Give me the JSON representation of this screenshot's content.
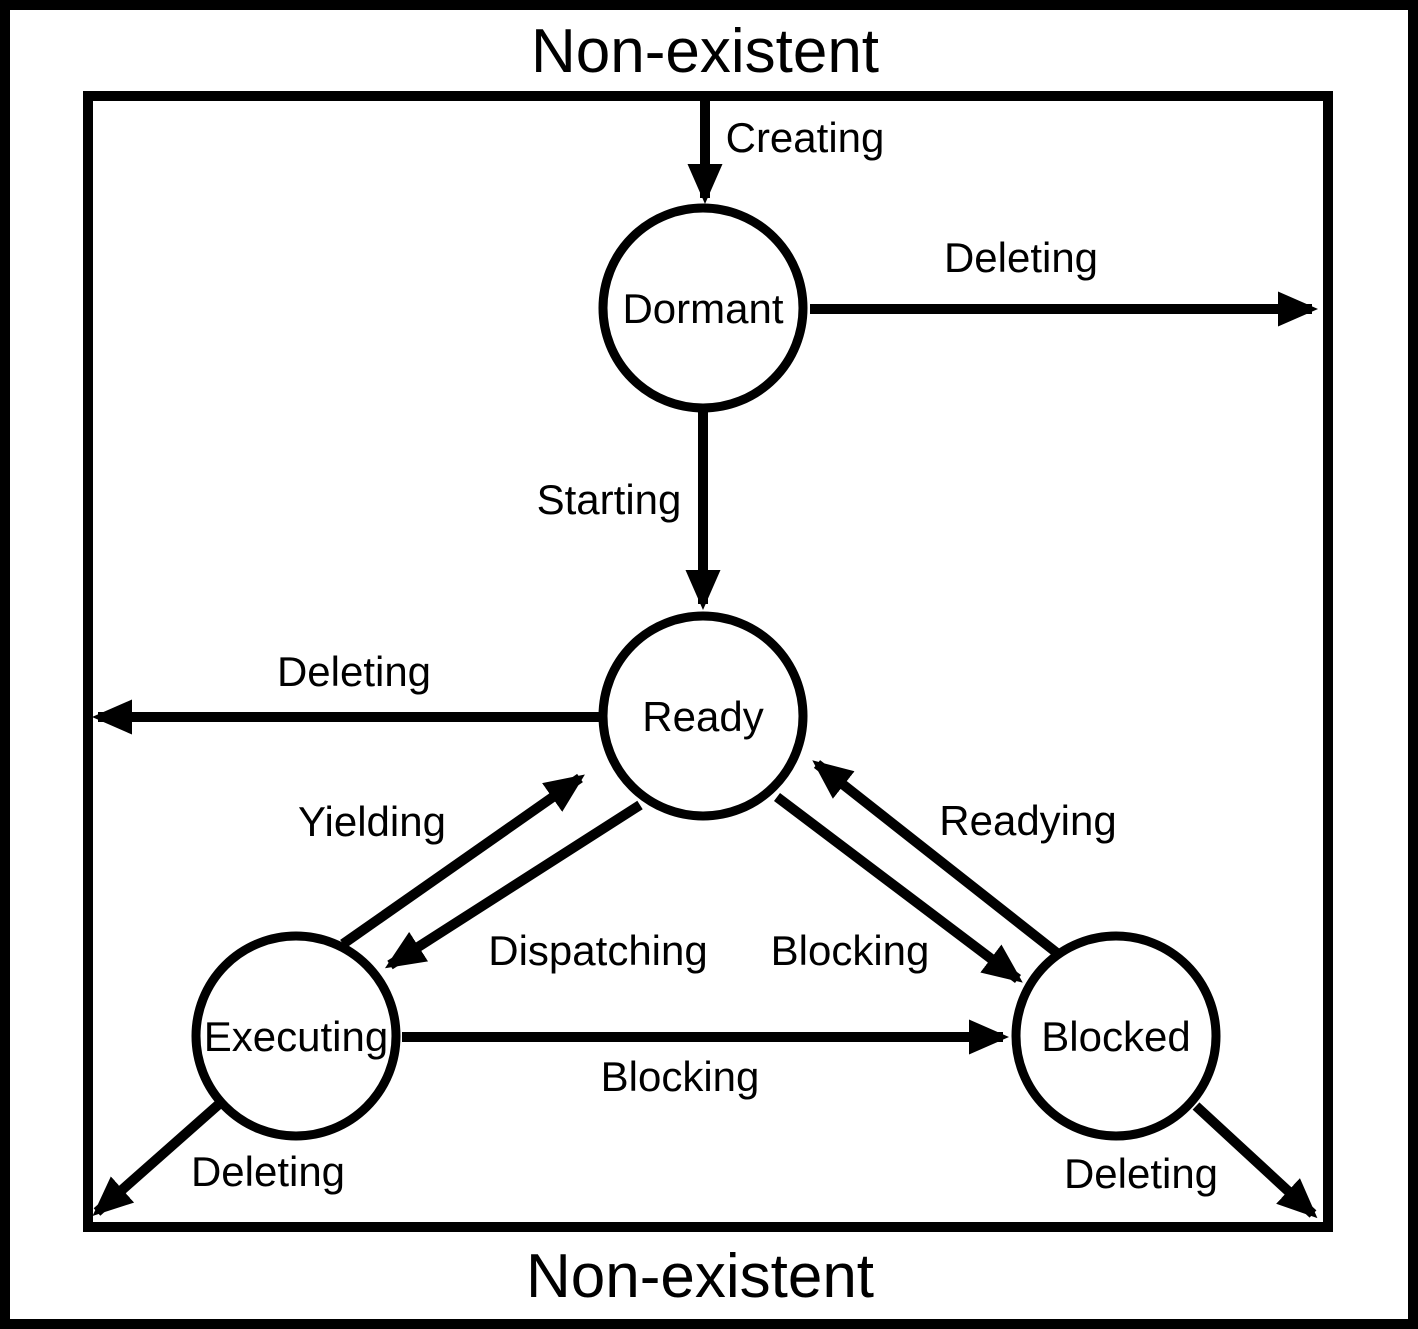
{
  "diagram": {
    "type": "state-transition-diagram",
    "top_region_label": "Non-existent",
    "bottom_region_label": "Non-existent",
    "nodes": {
      "dormant": {
        "label": "Dormant"
      },
      "ready": {
        "label": "Ready"
      },
      "executing": {
        "label": "Executing"
      },
      "blocked": {
        "label": "Blocked"
      }
    },
    "edges": {
      "creating": {
        "label": "Creating",
        "from": "Non-existent",
        "to": "Dormant"
      },
      "deleting_from_dormant": {
        "label": "Deleting",
        "from": "Dormant",
        "to": "Non-existent"
      },
      "starting": {
        "label": "Starting",
        "from": "Dormant",
        "to": "Ready"
      },
      "deleting_from_ready": {
        "label": "Deleting",
        "from": "Ready",
        "to": "Non-existent"
      },
      "yielding": {
        "label": "Yielding",
        "from": "Executing",
        "to": "Ready"
      },
      "dispatching": {
        "label": "Dispatching",
        "from": "Ready",
        "to": "Executing"
      },
      "blocking_from_executing": {
        "label": "Blocking",
        "from": "Executing",
        "to": "Blocked"
      },
      "blocking_from_ready": {
        "label": "Blocking",
        "from": "Ready",
        "to": "Blocked"
      },
      "readying": {
        "label": "Readying",
        "from": "Blocked",
        "to": "Ready"
      },
      "deleting_from_executing": {
        "label": "Deleting",
        "from": "Executing",
        "to": "Non-existent"
      },
      "deleting_from_blocked": {
        "label": "Deleting",
        "from": "Blocked",
        "to": "Non-existent"
      }
    },
    "colors": {
      "ink": "#000000",
      "background": "#ffffff"
    }
  }
}
